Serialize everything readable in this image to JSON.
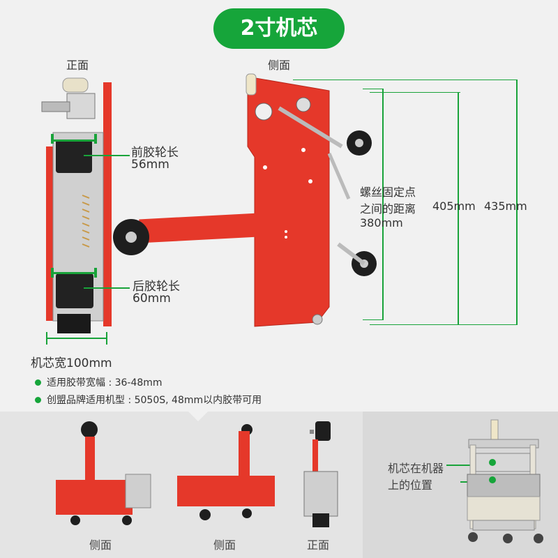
{
  "title": "2寸机芯",
  "views": {
    "front_label": "正面",
    "side_label": "侧面"
  },
  "callouts": {
    "front_roller": {
      "name": "前胶轮长",
      "value": "56mm"
    },
    "rear_roller": {
      "name": "后胶轮长",
      "value": "60mm"
    },
    "core_width": "机芯宽100mm",
    "screw_distance": {
      "line1": "螺丝固定点",
      "line2": "之间的距离",
      "value": "380mm"
    },
    "height_1": "405mm",
    "height_2": "435mm"
  },
  "bullets": [
    "适用胶带宽幅 : 36-48mm",
    "创盟品牌适用机型 : 5050S, 48mm以内胶带可用"
  ],
  "bottom": {
    "labels": [
      "侧面",
      "侧面",
      "正面"
    ],
    "machine_caption": {
      "line1": "机芯在机器",
      "line2": "上的位置"
    }
  },
  "colors": {
    "accent_green": "#16a53a",
    "plate_red": "#e5382a"
  }
}
